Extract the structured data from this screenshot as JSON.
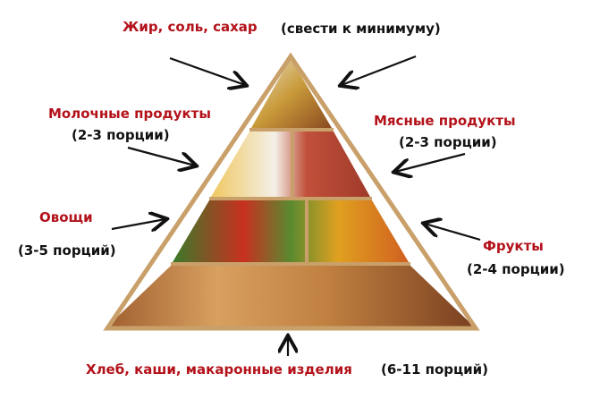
{
  "colors": {
    "accent": "#b3121a",
    "text": "#111111",
    "frame": "#c9a06a"
  },
  "tiers": {
    "top": {
      "label": "Жир, соль, сахар",
      "note": "(свести к минимуму)"
    },
    "dairy": {
      "label": "Молочные продукты",
      "note": "(2-3 порции)"
    },
    "meat": {
      "label": "Мясные продукты",
      "note": "(2-3 порции)"
    },
    "vegetables": {
      "label": "Овощи",
      "note": "(3-5 порций)"
    },
    "fruits": {
      "label": "Фрукты",
      "note": "(2-4 порции)"
    },
    "grains": {
      "label": "Хлеб, каши, макаронные изделия",
      "note": "(6-11 порций)"
    }
  }
}
